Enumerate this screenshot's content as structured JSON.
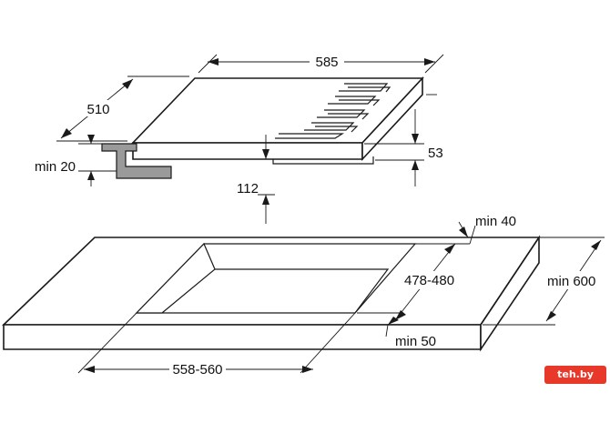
{
  "dimensions": {
    "width_top": "585",
    "depth_top": "510",
    "min_thickness": "min 20",
    "height_top": "53",
    "height_below": "112",
    "min_back": "min 40",
    "cutout_depth": "478-480",
    "worktop_depth": "min 600",
    "min_front": "min 50",
    "cutout_width": "558-560"
  },
  "watermark": {
    "label": "teh.by"
  },
  "colors": {
    "line": "#1a1a1a",
    "bracket": "#9a9a9a",
    "watermark": "#e8382a"
  }
}
